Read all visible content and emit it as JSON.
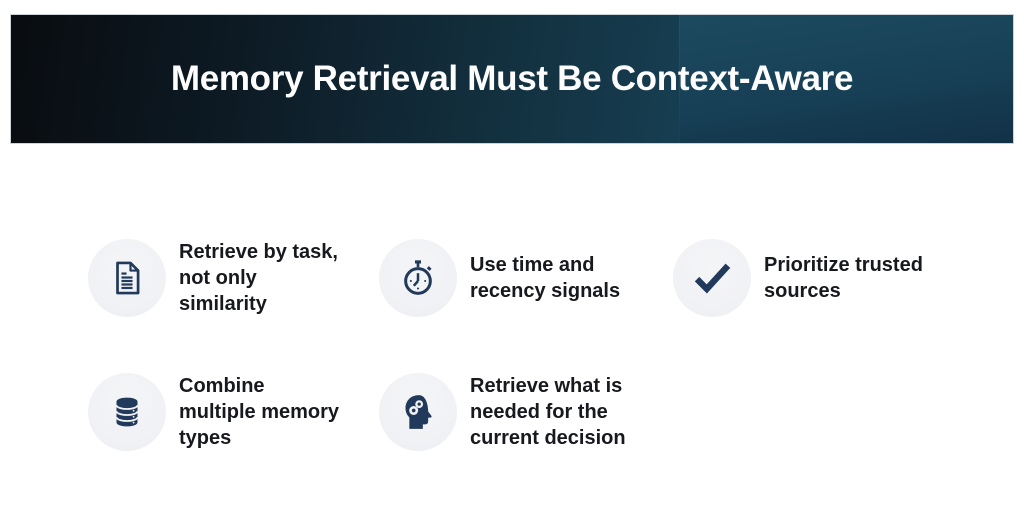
{
  "slide": {
    "title": "Memory Retrieval Must Be Context-Aware"
  },
  "items": [
    {
      "icon": "document-icon",
      "label": "Retrieve by task,\nnot only\nsimilarity"
    },
    {
      "icon": "stopwatch-icon",
      "label": "Use time and\nrecency signals"
    },
    {
      "icon": "checkmark-icon",
      "label": "Prioritize trusted\nsources"
    },
    {
      "icon": "database-icon",
      "label": "Combine\nmultiple memory\ntypes"
    },
    {
      "icon": "head-gears-icon",
      "label": "Retrieve what is\nneeded for the\ncurrent decision"
    }
  ],
  "colors": {
    "icon_navy": "#21395a",
    "circle_bg": "#f1f2f4",
    "label_text": "#17191e",
    "title_text": "#fdfdfd",
    "banner_dark": "#090c10",
    "banner_teal": "#1d4a5f",
    "banner_border": "#ccd4d9",
    "page_bg": "#ffffff"
  }
}
